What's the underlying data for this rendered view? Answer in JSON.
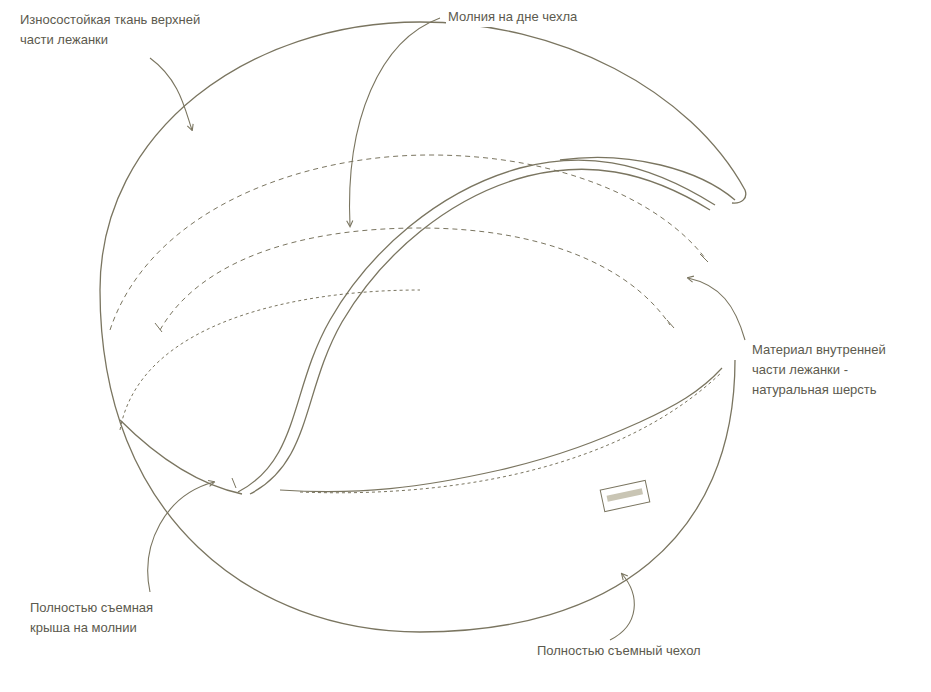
{
  "diagram": {
    "labels": [
      "Износостойкая ткань верхней части лежанки",
      "Молния на дне чехла",
      "Материал внутренней части лежанки - натуральная шерсть",
      "Полностью съемная крыша на молнии",
      "Полностью съемный чехол"
    ]
  }
}
